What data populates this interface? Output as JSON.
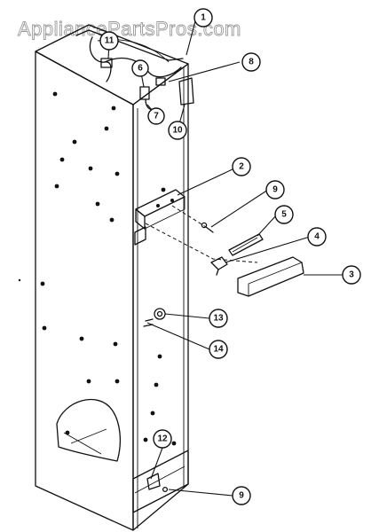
{
  "watermark": "AppliancePartsPros.com",
  "callouts": [
    {
      "label": "1"
    },
    {
      "label": "2"
    },
    {
      "label": "3"
    },
    {
      "label": "4"
    },
    {
      "label": "5"
    },
    {
      "label": "6"
    },
    {
      "label": "7"
    },
    {
      "label": "8"
    },
    {
      "label": "9"
    },
    {
      "label": "10"
    },
    {
      "label": "11"
    },
    {
      "label": "12"
    },
    {
      "label": "13"
    },
    {
      "label": "14"
    },
    {
      "label": "9"
    }
  ]
}
